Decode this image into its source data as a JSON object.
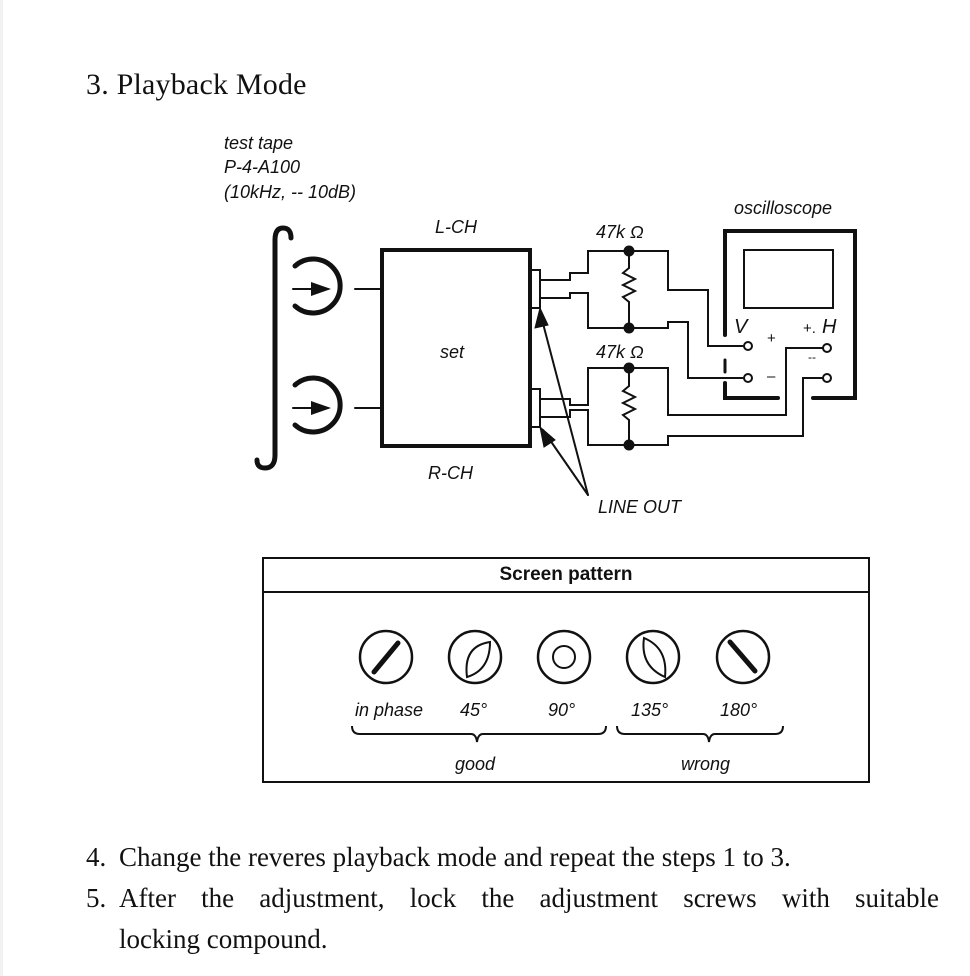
{
  "heading": "3. Playback Mode",
  "diagram": {
    "tape_label": [
      "test tape",
      "P-4-A100",
      "(10kHz, -- 10dB)"
    ],
    "l_ch": "L-CH",
    "r_ch": "R-CH",
    "set": "set",
    "resistor_top": "47k Ω",
    "resistor_bottom": "47k Ω",
    "oscilloscope": "oscilloscope",
    "v": "V",
    "h": "H",
    "plus_v": "+",
    "minus_v": "–",
    "plus_h": "+.",
    "minus_h": "--",
    "line_out": "LINE OUT"
  },
  "screen_pattern": {
    "title": "Screen pattern",
    "patterns": [
      {
        "label": "in phase",
        "shape": "line-diagonal-up"
      },
      {
        "label": "45°",
        "shape": "ellipse-tilted-right"
      },
      {
        "label": "90°",
        "shape": "circle"
      },
      {
        "label": "135°",
        "shape": "ellipse-tilted-left"
      },
      {
        "label": "180°",
        "shape": "line-diagonal-down"
      }
    ],
    "groups": [
      {
        "label": "good",
        "covers": [
          "in phase",
          "45°",
          "90°"
        ]
      },
      {
        "label": "wrong",
        "covers": [
          "135°",
          "180°"
        ]
      }
    ]
  },
  "steps": [
    {
      "num": "4.",
      "text": "Change the reveres playback mode and repeat the steps 1 to 3."
    },
    {
      "num": "5.",
      "text": "After the adjustment, lock the adjustment screws with suitable",
      "continuation": "locking compound."
    }
  ]
}
